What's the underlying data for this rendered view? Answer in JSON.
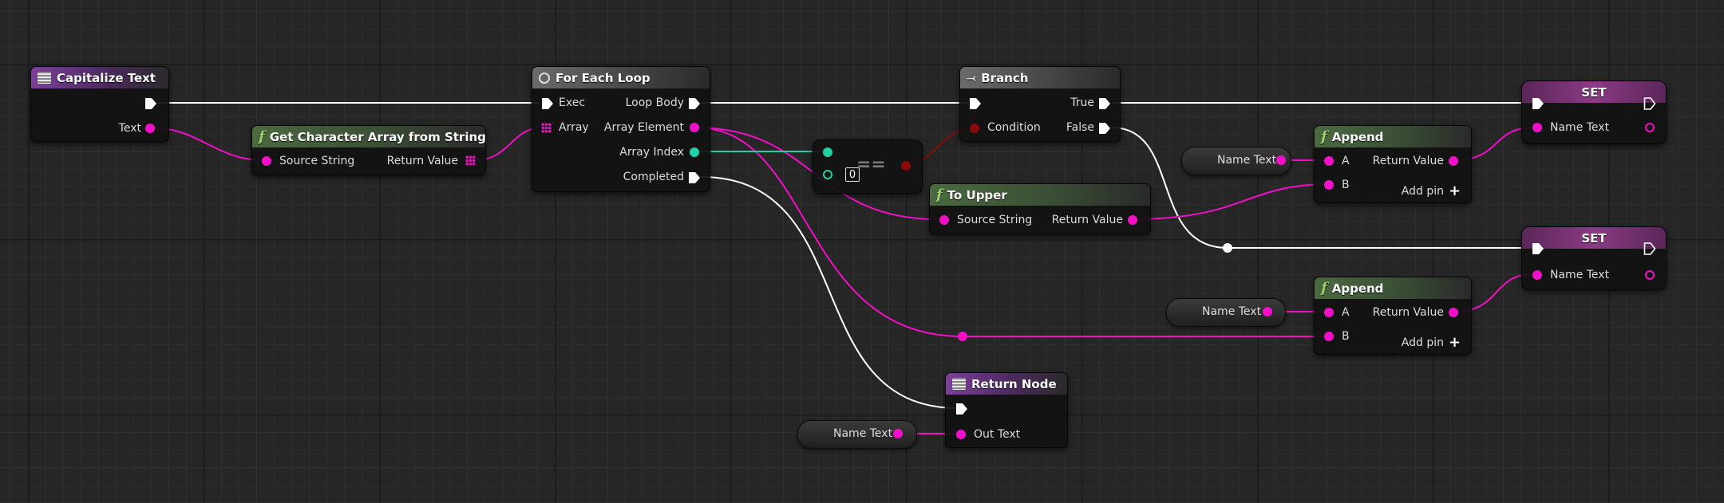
{
  "graph": {
    "colors": {
      "exec_wire": "#ffffff",
      "string_wire": "#f20fc8",
      "int_wire": "#22d1a4",
      "bool_wire": "#8a0a0a"
    },
    "nodes": {
      "capitalize": {
        "title": "Capitalize Text",
        "icon": "function-entry-icon",
        "pins": {
          "text": "Text"
        }
      },
      "get_char_array": {
        "title": "Get Character Array from String",
        "icon": "function-icon",
        "pins": {
          "source": "Source String",
          "return": "Return Value"
        }
      },
      "for_each": {
        "title": "For Each Loop",
        "icon": "loop-icon",
        "pins": {
          "exec": "Exec",
          "array": "Array",
          "loop_body": "Loop Body",
          "array_element": "Array Element",
          "array_index": "Array Index",
          "completed": "Completed"
        }
      },
      "equal": {
        "symbol": "==",
        "default_value": "0"
      },
      "branch": {
        "title": "Branch",
        "icon": "branch-icon",
        "pins": {
          "condition": "Condition",
          "true": "True",
          "false": "False"
        }
      },
      "to_upper": {
        "title": "To Upper",
        "icon": "function-icon",
        "pins": {
          "source": "Source String",
          "return": "Return Value"
        }
      },
      "append_top": {
        "title": "Append",
        "icon": "function-icon",
        "pins": {
          "a": "A",
          "b": "B",
          "return": "Return Value",
          "add_pin": "Add pin"
        }
      },
      "append_bottom": {
        "title": "Append",
        "icon": "function-icon",
        "pins": {
          "a": "A",
          "b": "B",
          "return": "Return Value",
          "add_pin": "Add pin"
        }
      },
      "set_top": {
        "title": "SET",
        "pins": {
          "name_text": "Name Text"
        }
      },
      "set_bottom": {
        "title": "SET",
        "pins": {
          "name_text": "Name Text"
        }
      },
      "return_node": {
        "title": "Return Node",
        "icon": "function-return-icon",
        "pins": {
          "out_text": "Out Text"
        }
      },
      "var_name_text_1": {
        "label": "Name Text"
      },
      "var_name_text_2": {
        "label": "Name Text"
      },
      "var_name_text_3": {
        "label": "Name Text"
      }
    }
  }
}
